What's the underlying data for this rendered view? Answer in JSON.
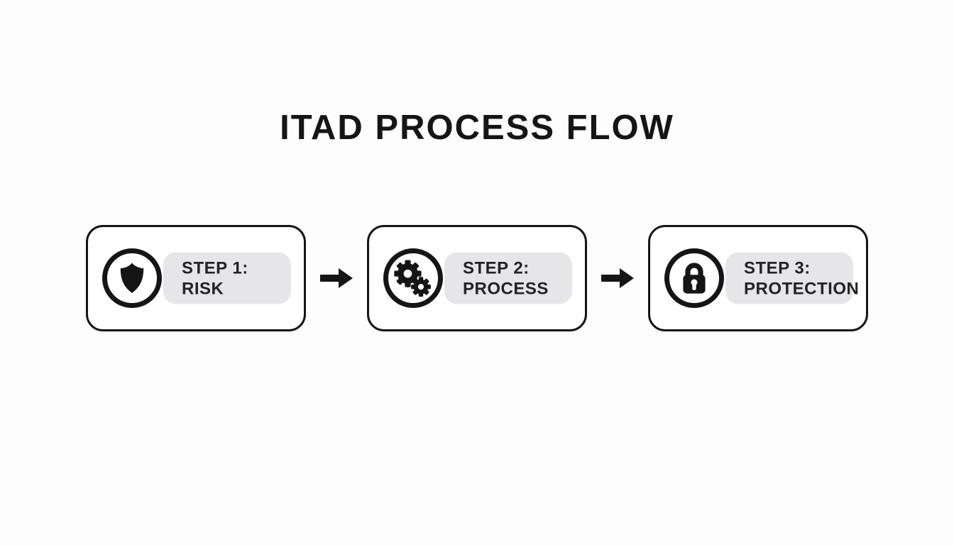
{
  "title": "ITAD PROCESS FLOW",
  "colors": {
    "background": "#fdfdfd",
    "ink": "#151515",
    "box_fill": "#ffffff",
    "pill_fill": "#e6e6e8",
    "label_text": "#232323"
  },
  "steps": [
    {
      "icon": "shield-icon",
      "line1": "STEP 1:",
      "line2": "RISK"
    },
    {
      "icon": "gears-icon",
      "line1": "STEP 2:",
      "line2": "PROCESS"
    },
    {
      "icon": "lock-icon",
      "line1": "STEP 3:",
      "line2": "PROTECTION"
    }
  ],
  "connectors": [
    {
      "glyph": "arrow-right"
    },
    {
      "glyph": "arrow-right"
    }
  ]
}
